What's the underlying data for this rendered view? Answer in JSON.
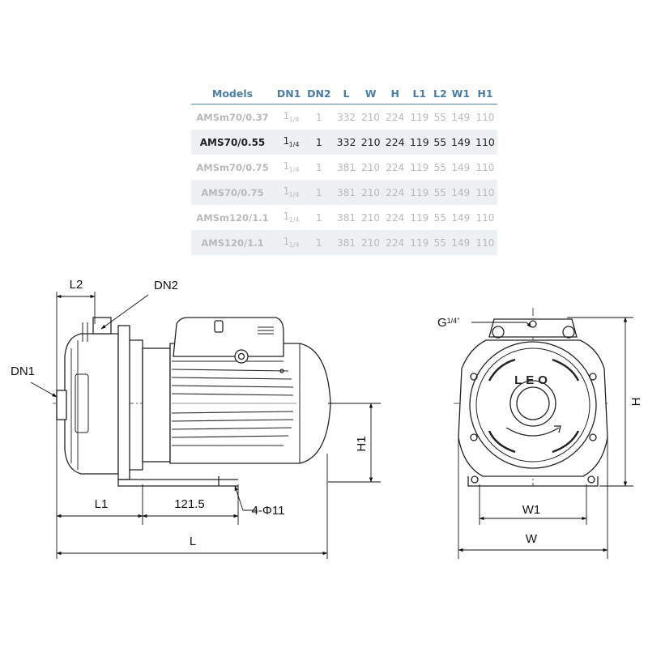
{
  "table": {
    "headers": [
      "Models",
      "DN1",
      "DN2",
      "L",
      "W",
      "H",
      "L1",
      "L2",
      "W1",
      "H1"
    ],
    "rows": [
      {
        "model": "AMSm70/0.37",
        "dn1_whole": "1",
        "dn1_frac": "1/4",
        "dn2": "1",
        "L": "332",
        "W": "210",
        "H": "224",
        "L1": "119",
        "L2": "55",
        "W1": "149",
        "H1": "110"
      },
      {
        "model": "AMS70/0.55",
        "dn1_whole": "1",
        "dn1_frac": "1/4",
        "dn2": "1",
        "L": "332",
        "W": "210",
        "H": "224",
        "L1": "119",
        "L2": "55",
        "W1": "149",
        "H1": "110"
      },
      {
        "model": "AMSm70/0.75",
        "dn1_whole": "1",
        "dn1_frac": "1/4",
        "dn2": "1",
        "L": "381",
        "W": "210",
        "H": "224",
        "L1": "119",
        "L2": "55",
        "W1": "149",
        "H1": "110"
      },
      {
        "model": "AMS70/0.75",
        "dn1_whole": "1",
        "dn1_frac": "1/4",
        "dn2": "1",
        "L": "381",
        "W": "210",
        "H": "224",
        "L1": "119",
        "L2": "55",
        "W1": "149",
        "H1": "110"
      },
      {
        "model": "AMSm120/1.1",
        "dn1_whole": "1",
        "dn1_frac": "1/4",
        "dn2": "1",
        "L": "381",
        "W": "210",
        "H": "224",
        "L1": "119",
        "L2": "55",
        "W1": "149",
        "H1": "110"
      },
      {
        "model": "AMS120/1.1",
        "dn1_whole": "1",
        "dn1_frac": "1/4",
        "dn2": "1",
        "L": "381",
        "W": "210",
        "H": "224",
        "L1": "119",
        "L2": "55",
        "W1": "149",
        "H1": "110"
      }
    ],
    "highlight_row": 1,
    "colors": {
      "header": "#4a7ea3",
      "shade": "#edf1f4",
      "muted": "#b9b9b9",
      "active": "#222222"
    }
  },
  "diagram": {
    "labels": {
      "l2": "L2",
      "dn2": "DN2",
      "dn1": "DN1",
      "h1": "H1",
      "l1": "L1",
      "base_dim": "121.5",
      "holes": "4-Φ11",
      "l": "L",
      "g_main": "G",
      "g_frac": "1/4\"",
      "h": "H",
      "w1": "W1",
      "w": "W",
      "logo": "LEO"
    }
  }
}
